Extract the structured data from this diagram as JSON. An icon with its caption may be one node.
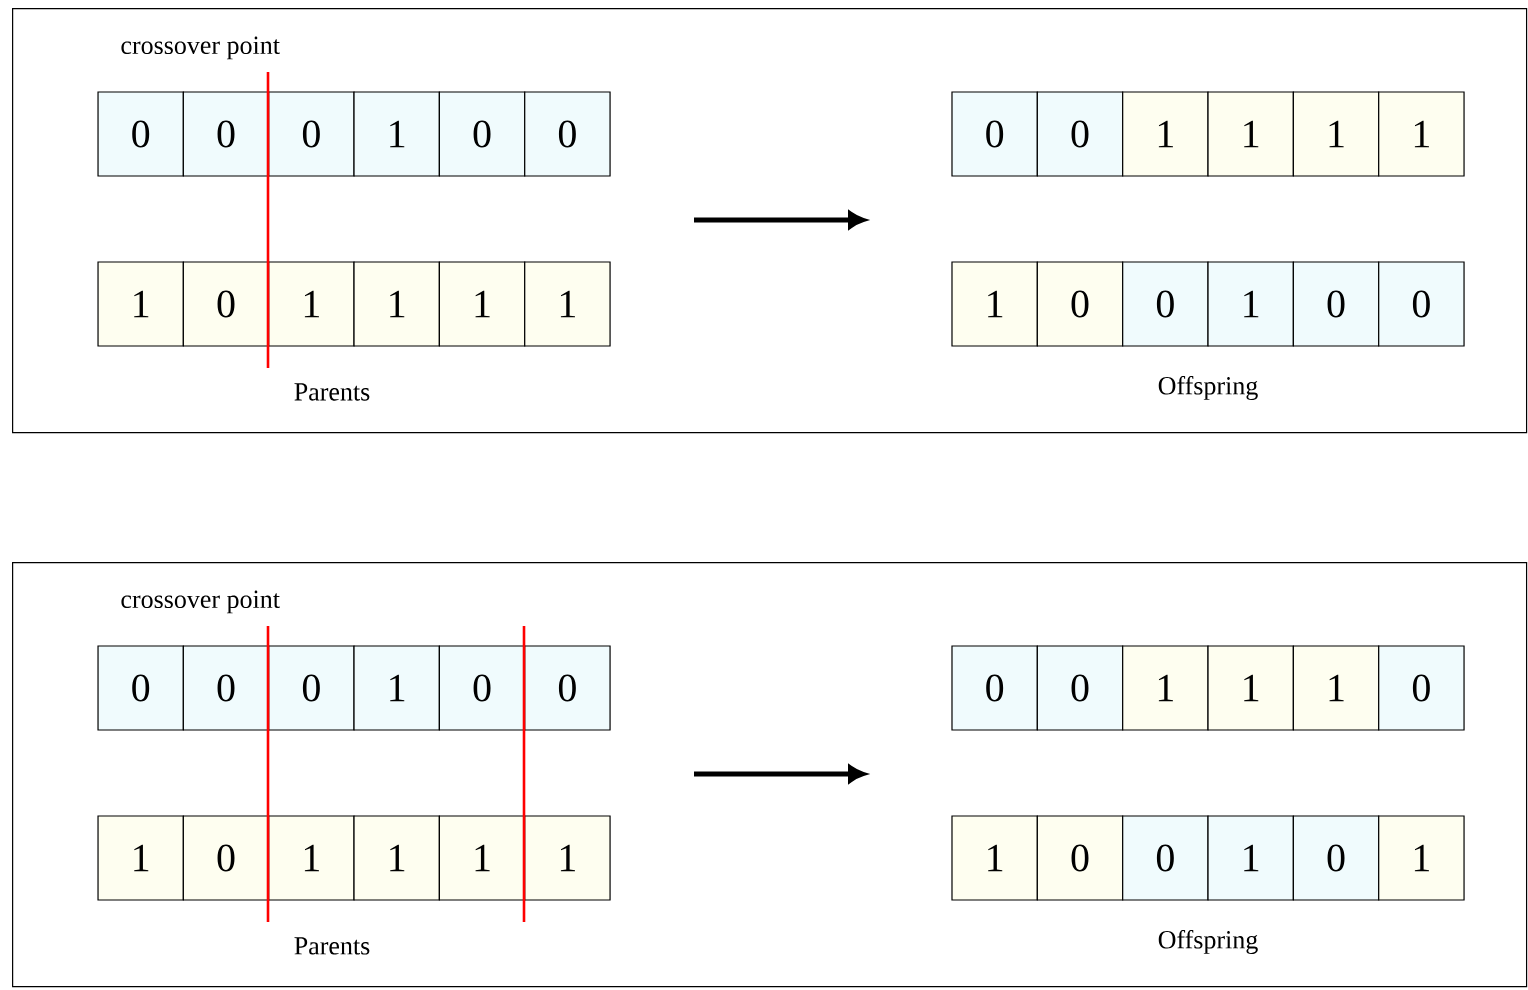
{
  "diagram": {
    "nodes": [
      {
        "text": [],
        "shape": "box"
      },
      {
        "text": [
          "0"
        ],
        "in": 0
      },
      {
        "text": [
          "0"
        ],
        "in": 0
      },
      {
        "text": [
          "0"
        ],
        "in": 0
      },
      {
        "text": [
          "1"
        ],
        "in": 0
      },
      {
        "text": [
          "0"
        ],
        "in": 0
      },
      {
        "text": [
          "0"
        ],
        "in": 0
      },
      {
        "text": [
          "1"
        ],
        "in": 0
      },
      {
        "text": [
          "0"
        ],
        "in": 0
      },
      {
        "text": [
          "1"
        ],
        "in": 0
      },
      {
        "text": [
          "1"
        ],
        "in": 0
      },
      {
        "text": [
          "1"
        ],
        "in": 0
      },
      {
        "text": [
          "1"
        ],
        "in": 0
      },
      {
        "text": [
          "0"
        ],
        "in": 0
      },
      {
        "text": [
          "0"
        ],
        "in": 0
      },
      {
        "text": [
          "1"
        ],
        "in": 0
      },
      {
        "text": [
          "1"
        ],
        "in": 0
      },
      {
        "text": [
          "1"
        ],
        "in": 0
      },
      {
        "text": [
          "1"
        ],
        "in": 0
      },
      {
        "text": [
          "1"
        ],
        "in": 0
      },
      {
        "text": [
          "0"
        ],
        "in": 0
      },
      {
        "text": [
          "0"
        ],
        "in": 0
      },
      {
        "text": [
          "1"
        ],
        "in": 0
      },
      {
        "text": [
          "0"
        ],
        "in": 0
      },
      {
        "text": [
          "0"
        ],
        "in": 0
      },
      {
        "text": [],
        "shape": "box"
      },
      {
        "text": [
          "0"
        ],
        "in": 25
      },
      {
        "text": [
          "0"
        ],
        "in": 25
      },
      {
        "text": [
          "0"
        ],
        "in": 25
      },
      {
        "text": [
          "1"
        ],
        "in": 25
      },
      {
        "text": [
          "0"
        ],
        "in": 25
      },
      {
        "text": [
          "0"
        ],
        "in": 25
      },
      {
        "text": [
          "1"
        ],
        "in": 25
      },
      {
        "text": [
          "0"
        ],
        "in": 25
      },
      {
        "text": [
          "1"
        ],
        "in": 25
      },
      {
        "text": [
          "1"
        ],
        "in": 25
      },
      {
        "text": [
          "1"
        ],
        "in": 25
      },
      {
        "text": [
          "1"
        ],
        "in": 25
      },
      {
        "text": [
          "0"
        ],
        "in": 25
      },
      {
        "text": [
          "0"
        ],
        "in": 25
      },
      {
        "text": [
          "1"
        ],
        "in": 25
      },
      {
        "text": [
          "1"
        ],
        "in": 25
      },
      {
        "text": [
          "1"
        ],
        "in": 25
      },
      {
        "text": [
          "0"
        ],
        "in": 25
      },
      {
        "text": [
          "1"
        ],
        "in": 25
      },
      {
        "text": [
          "0"
        ],
        "in": 25
      },
      {
        "text": [
          "0"
        ],
        "in": 25
      },
      {
        "text": [
          "1"
        ],
        "in": 25
      },
      {
        "text": [
          "0"
        ],
        "in": 25
      },
      {
        "text": [
          "1"
        ],
        "in": 25
      }
    ],
    "labels": [
      "crossover point",
      "Parents",
      "Offspring",
      "crossover point",
      "Parents",
      "Offspring"
    ]
  }
}
